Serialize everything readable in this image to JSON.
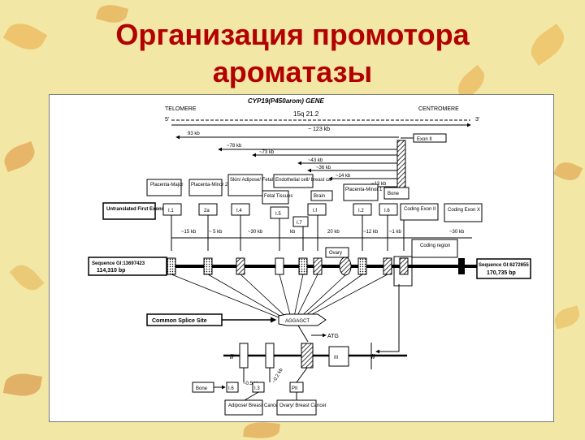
{
  "slide": {
    "title_line1": "Организация промотора",
    "title_line2": "ароматазы"
  },
  "colors": {
    "title": "#b30000",
    "background": "#f3e7a6",
    "diagram_bg": "#ffffff"
  },
  "diagram": {
    "gene_title": "CYP19(P450arom) GENE",
    "telomere": "TELOMERE",
    "centromere": "CENTROMERE",
    "five_prime": "5'",
    "three_prime": "3'",
    "locus": "15q 21.2",
    "total_kb": "~ 123 kb",
    "dist_exon2": "93 kb",
    "dist_78": "~78 kb",
    "dist_73": "~73 kb",
    "dist_43": "~43 kb",
    "dist_36": "~36 kb",
    "dist_14": "~14 kb",
    "dist_13": "~13 kb",
    "exon2_box": "Exon II",
    "tissue_placenta_major": "Placenta-Major",
    "tissue_placenta_minor2": "Placenta-Minor 2",
    "tissue_skin": "Skin/ Adipose/ Fetal liver",
    "tissue_endothelial": "Endothelial cell/ breast ca",
    "tissue_fetal": "Fetal Tissues",
    "tissue_brain": "Brain",
    "tissue_placenta_minor1": "Placenta-Minor 1",
    "tissue_bone": "Bone",
    "untranslated": "Untranslated First Exons",
    "exon_i1": "I.1",
    "exon_2a": "2a",
    "exon_i4": "I.4",
    "exon_i5": "I.5",
    "exon_i7": "I.7",
    "exon_if": "I.f",
    "exon_i2": "I.2",
    "exon_i6": "I.6",
    "exon_i3": "I.3",
    "exon_pii": "PII",
    "coding_exon2": "Coding Exon II",
    "coding_exonx": "Coding Exon X",
    "coding_region": "Coding region",
    "dist_15": "~15 kb",
    "dist_5": "~ 5 kb",
    "dist_30": "~30 kb",
    "dist_kb": "kb",
    "dist_20": "20 kb",
    "dist_12": "~12 kb",
    "dist_1": "~1 kb",
    "dist_30b": "~30 kb",
    "ovary": "Ovary",
    "seq_left_label": "Sequence GI:13697423",
    "seq_left_bp": "114,310 bp",
    "seq_right_label": "Sequence GI:6272655",
    "seq_right_bp": "170,735 bp",
    "splice_site": "Common Splice Site",
    "splice_seq": "AGGAGCT",
    "atg": "ATG",
    "exon_iii": "III",
    "bone_label": "Bone",
    "dist_05": "~0.5 kb",
    "dist_02": "~0.2 kb",
    "adipose_bc": "Adipose/ Breast Cancer",
    "ovary_bc": "Ovary/ Breast Cancer"
  }
}
